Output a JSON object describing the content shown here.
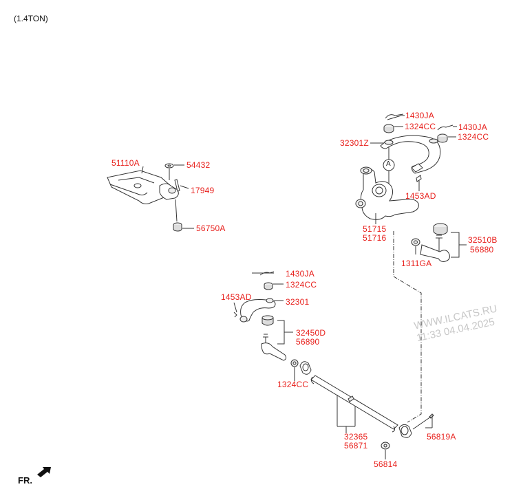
{
  "title": "(1.4TON)",
  "direction_label": "FR.",
  "watermark": {
    "line1": "WWW.ILCATS.RU",
    "line2": "11:33 04.04.2025"
  },
  "callout": "A",
  "labels": {
    "p1430ja_top": "1430JA",
    "p1324cc_top": "1324CC",
    "p1430ja_right": "1430JA",
    "p1324cc_right": "1324CC",
    "p32301z": "32301Z",
    "p1453ad_right": "1453AD",
    "p51715": "51715",
    "p51716": "51716",
    "p32510b": "32510B",
    "p56880": "56880",
    "p1311ga": "1311GA",
    "p51110a": "51110A",
    "p54432": "54432",
    "p17949": "17949",
    "p56750a": "56750A",
    "p1430ja_mid": "1430JA",
    "p1324cc_mid": "1324CC",
    "p1453ad_left": "1453AD",
    "p32301": "32301",
    "p32450d": "32450D",
    "p56890": "56890",
    "p1324cc_low": "1324CC",
    "p32365": "32365",
    "p56871": "56871",
    "p56819a": "56819A",
    "p56814": "56814"
  },
  "colors": {
    "label": "#e8201c",
    "line": "#333333",
    "watermark": "#c8c8c8"
  }
}
